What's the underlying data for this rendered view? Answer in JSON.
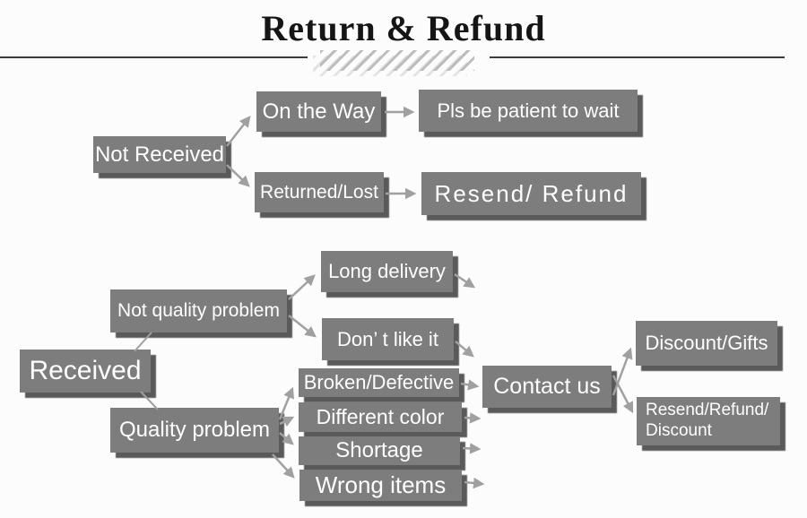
{
  "title": "Return & Refund",
  "colors": {
    "box": "#7d7d7d",
    "box_shadow": "#5a5a5a",
    "arrow": "#a0a0a0",
    "node_text": "#ffffff",
    "title_text": "#151515",
    "rule": "#3b3b3b",
    "hatch": "#bdbdbd",
    "hatch_echo": "#e3e3e3",
    "background": "#fcfcfc"
  },
  "nodes": {
    "not_received": {
      "label": "Not Received"
    },
    "on_the_way": {
      "label": "On the Way"
    },
    "pls_be_patient": {
      "label": "Pls be patient to wait"
    },
    "returned_lost": {
      "label": "Returned/Lost"
    },
    "resend_refund": {
      "label": "Resend/ Refund"
    },
    "received": {
      "label": "Received"
    },
    "not_quality_problem": {
      "label": "Not quality problem"
    },
    "quality_problem": {
      "label": "Quality problem"
    },
    "long_delivery": {
      "label": "Long delivery"
    },
    "dont_like_it": {
      "label": "Don’ t like it"
    },
    "broken_defective": {
      "label": "Broken/Defective"
    },
    "different_color": {
      "label": "Different color"
    },
    "shortage": {
      "label": "Shortage"
    },
    "wrong_items": {
      "label": "Wrong items"
    },
    "contact_us": {
      "label": "Contact us"
    },
    "discount_gifts": {
      "label": "Discount/Gifts"
    },
    "resend_refund_discount": {
      "label": "Resend/Refund/\nDiscount"
    }
  },
  "edges": [
    {
      "from": "not_received",
      "to": "on_the_way",
      "arrowhead": true
    },
    {
      "from": "not_received",
      "to": "returned_lost",
      "arrowhead": true
    },
    {
      "from": "on_the_way",
      "to": "pls_be_patient",
      "arrowhead": true
    },
    {
      "from": "returned_lost",
      "to": "resend_refund",
      "arrowhead": true
    },
    {
      "from": "received",
      "to": "not_quality_problem",
      "arrowhead": false
    },
    {
      "from": "received",
      "to": "quality_problem",
      "arrowhead": false
    },
    {
      "from": "not_quality_problem",
      "to": "long_delivery",
      "arrowhead": true
    },
    {
      "from": "not_quality_problem",
      "to": "dont_like_it",
      "arrowhead": true
    },
    {
      "from": "long_delivery",
      "to": "contact_us",
      "arrowhead": true
    },
    {
      "from": "dont_like_it",
      "to": "contact_us",
      "arrowhead": true
    },
    {
      "from": "quality_problem",
      "to": "broken_defective",
      "arrowhead": true
    },
    {
      "from": "quality_problem",
      "to": "different_color",
      "arrowhead": true
    },
    {
      "from": "quality_problem",
      "to": "shortage",
      "arrowhead": true
    },
    {
      "from": "quality_problem",
      "to": "wrong_items",
      "arrowhead": true
    },
    {
      "from": "broken_defective",
      "to": "contact_us",
      "arrowhead": true
    },
    {
      "from": "different_color",
      "to": "contact_us",
      "arrowhead": true
    },
    {
      "from": "shortage",
      "to": "contact_us",
      "arrowhead": true
    },
    {
      "from": "wrong_items",
      "to": "contact_us",
      "arrowhead": true
    },
    {
      "from": "contact_us",
      "to": "discount_gifts",
      "arrowhead": true
    },
    {
      "from": "contact_us",
      "to": "resend_refund_discount",
      "arrowhead": true
    }
  ]
}
